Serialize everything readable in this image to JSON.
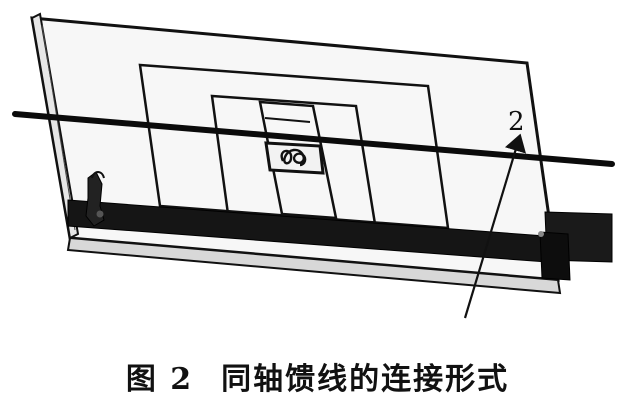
{
  "diagram": {
    "callout_label": "2"
  },
  "caption": {
    "figure_number": "图 2",
    "title": "同轴馈线的连接形式"
  }
}
